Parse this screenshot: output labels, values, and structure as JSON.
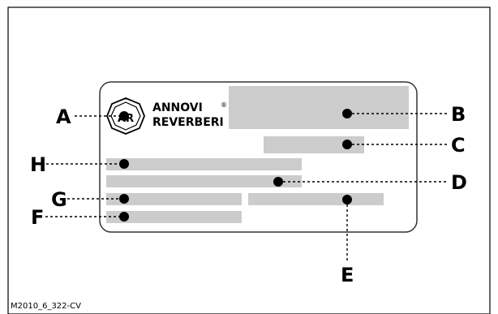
{
  "logo": {
    "line1": "ANNOVI",
    "line2": "REVERBERI",
    "registered_mark": "®",
    "emblem_letters": "AR"
  },
  "callouts": {
    "A": "A",
    "B": "B",
    "C": "C",
    "D": "D",
    "E": "E",
    "F": "F",
    "G": "G",
    "H": "H"
  },
  "reference_code": "M2010_6_322-CV",
  "colors": {
    "field_fill": "#cccccc",
    "plate_border": "#333333",
    "frame_border": "#000000"
  }
}
